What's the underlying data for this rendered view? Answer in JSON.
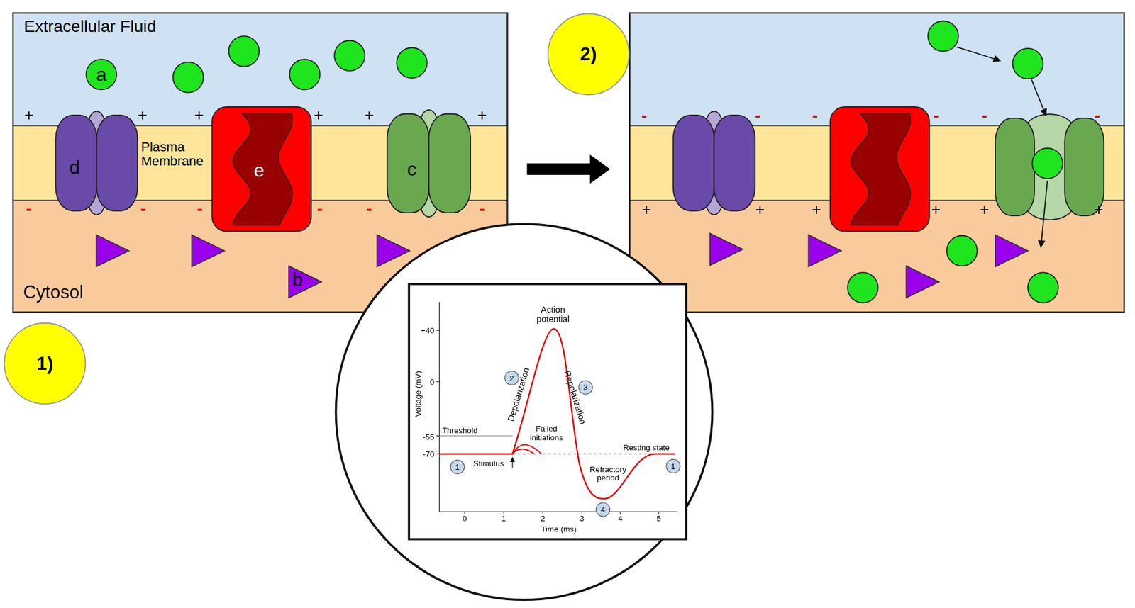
{
  "diagram": {
    "nodes": [
      {
        "text": [
          "a"
        ]
      },
      {
        "text": [
          "d"
        ]
      },
      {
        "text": [
          "e"
        ]
      },
      {
        "text": [
          "c"
        ]
      },
      {
        "text": [
          "b"
        ]
      },
      {
        "text": [
          "1)"
        ]
      },
      {
        "text": [
          "2)"
        ]
      },
      {
        "text": [
          "1"
        ]
      },
      {
        "text": [
          "2"
        ]
      },
      {
        "text": [
          "3"
        ]
      },
      {
        "text": [
          "4"
        ]
      },
      {
        "text": [
          "1"
        ]
      }
    ],
    "labels": [
      "Extracellular Fluid",
      "+",
      "+",
      "+",
      "+",
      "+",
      "+",
      "Plasma Membrane",
      "-",
      "-",
      "-",
      "-",
      "-",
      "-",
      "Cytosol",
      "-",
      "-",
      "-",
      "-",
      "-",
      "-",
      "+",
      "+",
      "+",
      "+",
      "+",
      "+",
      "Action potential",
      "+40",
      "Voltage (mV)",
      "Depolarization",
      "Repolarization",
      "0",
      "Threshold",
      "Failed initiations",
      "-55",
      "-70",
      "Resting state",
      "Stimulus",
      "Refractory period",
      "0",
      "1",
      "2",
      "3",
      "4",
      "5",
      "Time (ms)"
    ]
  }
}
